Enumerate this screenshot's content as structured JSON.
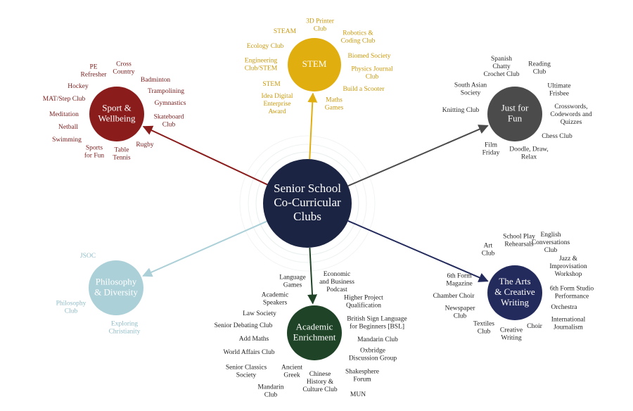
{
  "center": {
    "title": [
      "Senior School",
      "Co-Curricular",
      "Clubs"
    ],
    "fill": "#1b2442",
    "text_color": "#ffffff"
  },
  "categories": [
    {
      "id": "stem",
      "title": [
        "STEM"
      ],
      "color": "#e1ae10",
      "text_color": "#ffffff",
      "label_color": "#c9980c",
      "items": [
        [
          "3D Printer",
          "Club"
        ],
        [
          "STEAM"
        ],
        [
          "Robotics &",
          "Coding Club"
        ],
        [
          "Ecology Club"
        ],
        [
          "Biomed Society"
        ],
        [
          "Engineering",
          "Club/STEM"
        ],
        [
          "Physics Journal",
          "Club"
        ],
        [
          "STEM"
        ],
        [
          "Build a Scooter"
        ],
        [
          "Idea Digital",
          "Enterprise",
          "Award"
        ],
        [
          "Maths",
          "Games"
        ]
      ]
    },
    {
      "id": "sport",
      "title": [
        "Sport &",
        "Wellbeing"
      ],
      "color": "#8b1c1c",
      "text_color": "#ffffff",
      "label_color": "#7a1a1a",
      "items": [
        [
          "PE",
          "Refresher"
        ],
        [
          "Cross",
          "Country"
        ],
        [
          "Badminton"
        ],
        [
          "Hockey"
        ],
        [
          "Trampolining"
        ],
        [
          "MAT/Step Club"
        ],
        [
          "Gymnastics"
        ],
        [
          "Meditation"
        ],
        [
          "Skateboard",
          "Club"
        ],
        [
          "Netball"
        ],
        [
          "Swimming"
        ],
        [
          "Rugby"
        ],
        [
          "Sports",
          "for Fun"
        ],
        [
          "Table",
          "Tennis"
        ]
      ]
    },
    {
      "id": "fun",
      "title": [
        "Just for",
        "Fun"
      ],
      "color": "#4b4b4b",
      "text_color": "#ffffff",
      "label_color": "#2a2a2a",
      "items": [
        [
          "Spanish",
          "Chatty",
          "Crochet Club"
        ],
        [
          "Reading",
          "Club"
        ],
        [
          "South Asian",
          "Society"
        ],
        [
          "Ultimate",
          "Frisbee"
        ],
        [
          "Knitting Club"
        ],
        [
          "Crosswords,",
          "Codewords and",
          "Quizzes"
        ],
        [
          "Chess Club"
        ],
        [
          "Film",
          "Friday"
        ],
        [
          "Doodle, Draw,",
          "Relax"
        ]
      ]
    },
    {
      "id": "philosophy",
      "title": [
        "Philosophy",
        "& Diversity"
      ],
      "color": "#acd0d8",
      "text_color": "#ffffff",
      "label_color": "#8fbcc8",
      "items": [
        [
          "JSOC"
        ],
        [
          "Philosophy",
          "Club"
        ],
        [
          "Exploring",
          "Christianity"
        ]
      ]
    },
    {
      "id": "academic",
      "title": [
        "Academic",
        "Enrichment"
      ],
      "color": "#1f4326",
      "text_color": "#ffffff",
      "label_color": "#222222",
      "items": [
        [
          "Language",
          "Games"
        ],
        [
          "Economic",
          "and Business",
          "Podcast"
        ],
        [
          "Academic",
          "Speakers"
        ],
        [
          "Higher Project",
          "Qualification"
        ],
        [
          "Law Society"
        ],
        [
          "British Sign Language",
          "for Beginners [BSL]"
        ],
        [
          "Senior Debating Club"
        ],
        [
          "Mandarin Club"
        ],
        [
          "Add Maths"
        ],
        [
          "Oxbridge",
          "Discussion Group"
        ],
        [
          "World Affairs Club"
        ],
        [
          "Senior Classics",
          "Society"
        ],
        [
          "Ancient",
          "Greek"
        ],
        [
          "Chinese",
          "History &",
          "Culture Club"
        ],
        [
          "Shakesphere",
          "Forum"
        ],
        [
          "Mandarin",
          "Club"
        ],
        [
          "MUN"
        ]
      ]
    },
    {
      "id": "arts",
      "title": [
        "The Arts",
        "& Creative",
        "Writing"
      ],
      "color": "#232a5c",
      "text_color": "#ffffff",
      "label_color": "#222222",
      "items": [
        [
          "Art",
          "Club"
        ],
        [
          "School Play",
          "Rehearsals"
        ],
        [
          "English",
          "Conversations",
          "Club"
        ],
        [
          "Jazz &",
          "Improvisation",
          "Workshop"
        ],
        [
          "6th Form",
          "Magazine"
        ],
        [
          "6th Form Studio",
          "Performance"
        ],
        [
          "Chamber Choir"
        ],
        [
          "Newspaper",
          "Club"
        ],
        [
          "Orchestra"
        ],
        [
          "International",
          "Journalism"
        ],
        [
          "Textiles",
          "Club"
        ],
        [
          "Creative",
          "Writing"
        ],
        [
          "Choir"
        ]
      ]
    }
  ]
}
